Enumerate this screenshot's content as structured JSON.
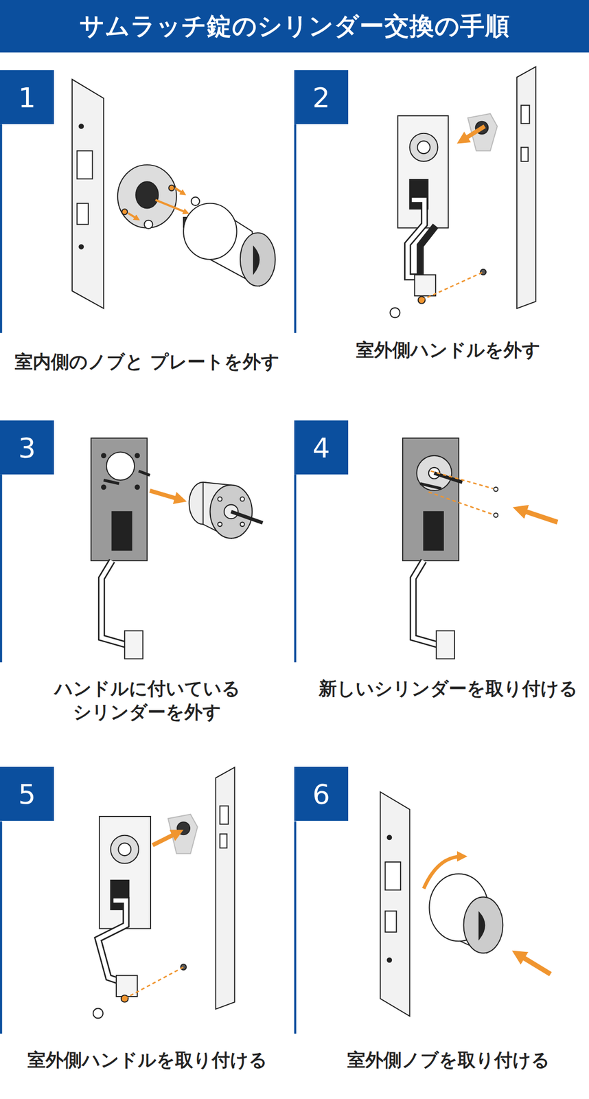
{
  "diagram": {
    "title": "サムラッチ錠のシリンダー交換の手順",
    "nodes": [
      {
        "text": [
          "1"
        ]
      },
      {
        "text": [
          "2"
        ]
      },
      {
        "text": [
          "3"
        ]
      },
      {
        "text": [
          "4"
        ]
      },
      {
        "text": [
          "5"
        ]
      },
      {
        "text": [
          "6"
        ]
      }
    ],
    "labels": [
      "室内側のノブと プレートを外す",
      "室外側ハンドルを外す",
      "ハンドルに付いている シリンダーを外す",
      "新しいシリンダーを取り付ける",
      "室外側ハンドルを取り付ける",
      "室外側ノブを取り付ける"
    ]
  }
}
